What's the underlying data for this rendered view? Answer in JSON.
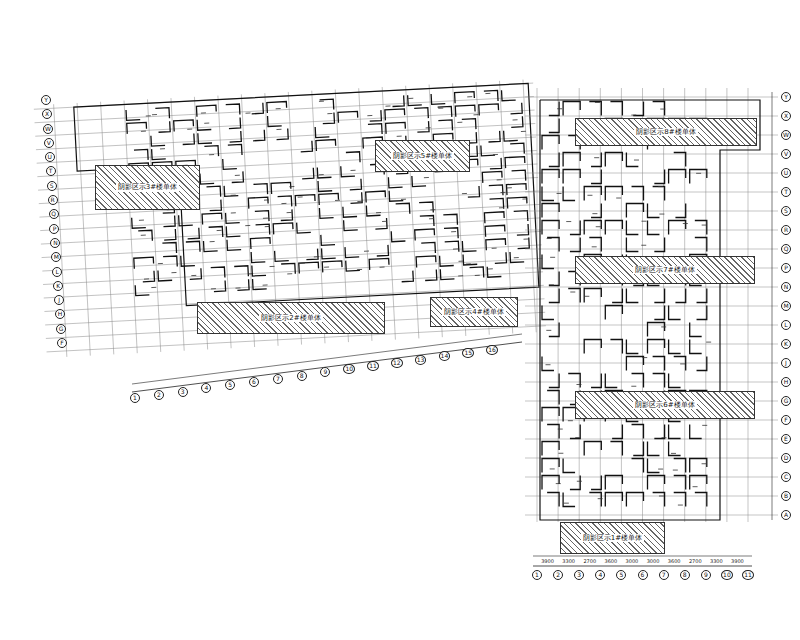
{
  "diagram": {
    "nodes": [
      {
        "text": [
          "阴影区示8#楼单体"
        ]
      },
      {
        "text": [
          "阴影区示5#楼单体"
        ]
      },
      {
        "text": [
          "阴影区示3#楼单体"
        ]
      },
      {
        "text": [
          "阴影区示7#楼单体"
        ]
      },
      {
        "text": [
          "阴影区示4#楼单体"
        ]
      },
      {
        "text": [
          "阴影区示2#楼单体"
        ]
      },
      {
        "text": [
          "阴影区示6#楼单体"
        ]
      },
      {
        "text": [
          "阴影区示1#楼单体"
        ]
      }
    ],
    "edges": [],
    "labels": [
      "1",
      "2",
      "3",
      "4",
      "5",
      "6",
      "7",
      "8",
      "9",
      "10",
      "11",
      "Y",
      "X",
      "W",
      "V",
      "U",
      "T",
      "S",
      "R",
      "Q",
      "P",
      "N",
      "M",
      "L",
      "K",
      "J",
      "H",
      "G",
      "F",
      "E",
      "D",
      "C",
      "B",
      "A",
      "1",
      "2",
      "3",
      "4",
      "5",
      "6",
      "7",
      "8",
      "9",
      "10",
      "11",
      "12",
      "13",
      "14",
      "15",
      "16",
      "Y",
      "X",
      "W",
      "V",
      "U",
      "T",
      "S",
      "R",
      "Q",
      "P",
      "N",
      "M",
      "L",
      "K",
      "J",
      "H",
      "G",
      "F",
      "3900",
      "3300",
      "2700",
      "3600",
      "3000",
      "3000",
      "3600",
      "2700",
      "3300",
      "3900"
    ]
  }
}
